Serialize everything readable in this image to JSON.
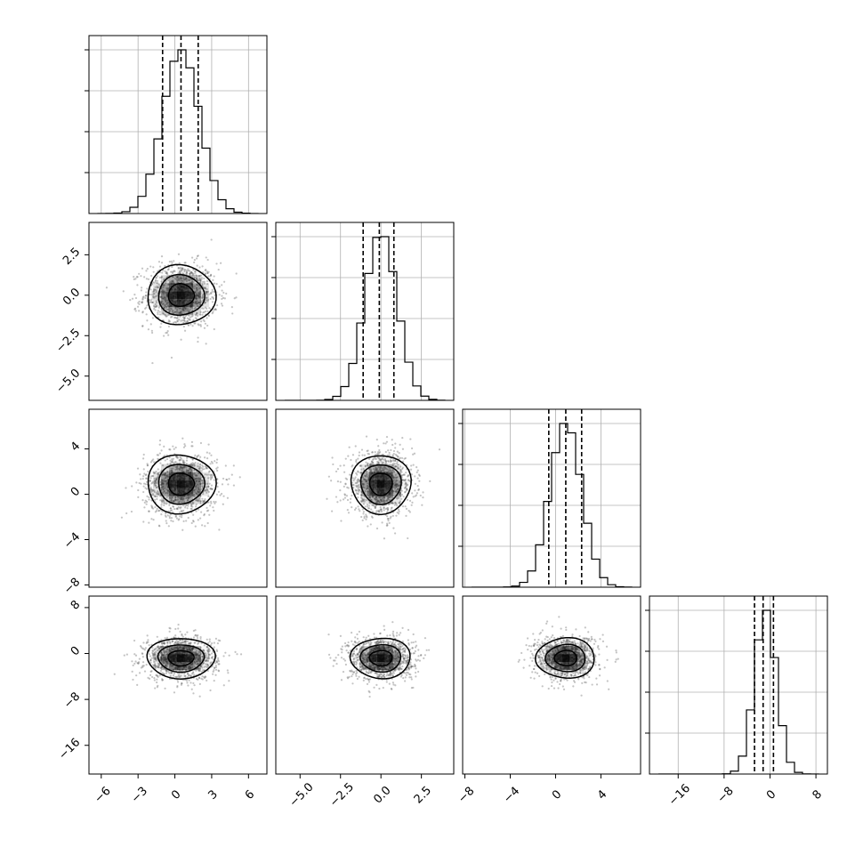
{
  "chart_data": {
    "type": "corner",
    "dims": 4,
    "axes": [
      {
        "range": [
          -7,
          7.5
        ],
        "ticks": [
          -6,
          -3,
          0,
          3,
          6
        ],
        "tick_labels": [
          "−6",
          "−3",
          "0",
          "3",
          "6"
        ],
        "mean": 0.5,
        "sd": 1.5,
        "hist_max": 1.0,
        "quantiles": [
          -1.0,
          0.5,
          1.9
        ]
      },
      {
        "range": [
          -6.5,
          4.5
        ],
        "ticks": [
          -5.0,
          -2.5,
          0.0,
          2.5
        ],
        "tick_labels": [
          "−5.0",
          "−2.5",
          "0.0",
          "2.5"
        ],
        "mean": 0.0,
        "sd": 1.0,
        "hist_max": 1.0,
        "quantiles": [
          -1.1,
          -0.1,
          0.8
        ]
      },
      {
        "range": [
          -8.2,
          7.5
        ],
        "ticks": [
          -8,
          -4,
          0,
          4
        ],
        "tick_labels": [
          "−8",
          "−4",
          "0",
          "4"
        ],
        "mean": 0.9,
        "sd": 1.4,
        "hist_max": 1.0,
        "quantiles": [
          -0.6,
          0.9,
          2.3
        ]
      },
      {
        "range": [
          -21,
          10
        ],
        "ticks": [
          -16,
          -8,
          0,
          8
        ],
        "tick_labels": [
          "−16",
          "−8",
          "0",
          "8"
        ],
        "mean": -0.8,
        "sd": 1.9,
        "hist_max": 1.0,
        "quantiles": [
          -2.7,
          -1.2,
          0.6
        ]
      }
    ],
    "contour_levels": [
      "0.5σ",
      "1σ",
      "1.5σ",
      "2σ"
    ],
    "grid": true,
    "colors": {
      "line": "#000000",
      "grid": "#b0b0b0",
      "points": "#555555",
      "density": "#000000"
    }
  }
}
